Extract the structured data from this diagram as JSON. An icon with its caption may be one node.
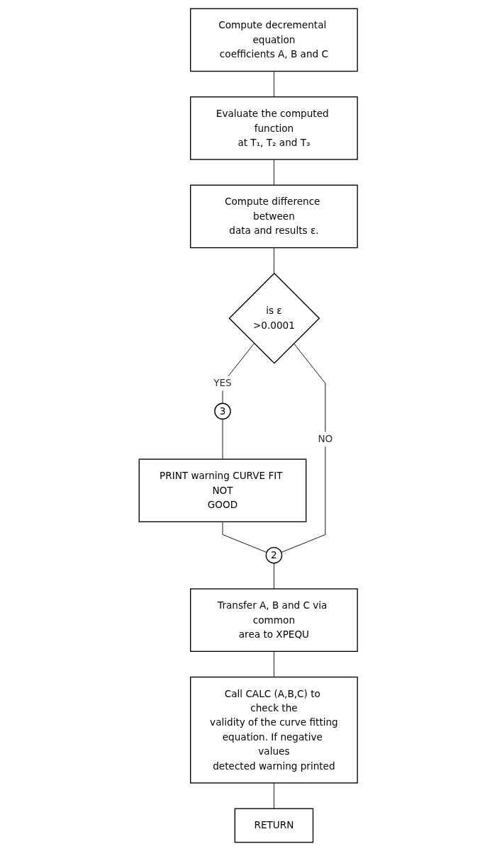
{
  "diagram": {
    "nodes": [
      {
        "text": [
          "Compute decremental equation coefficients A, B and C"
        ]
      },
      {
        "text": [
          "Evaluate the computed function at T₁, T₂ and T₃"
        ]
      },
      {
        "text": [
          "Compute difference between data and results ε."
        ]
      },
      {
        "text": [
          "is ε >0.0001"
        ]
      },
      {
        "text": [
          "3"
        ]
      },
      {
        "text": [
          "PRINT warning CURVE FIT NOT GOOD"
        ]
      },
      {
        "text": [
          "2"
        ]
      },
      {
        "text": [
          "Transfer A, B and C via common area to XPEQU"
        ]
      },
      {
        "text": [
          "Call CALC (A,B,C) to check the validity of the curve fitting equation. If negative values detected warning printed"
        ]
      },
      {
        "text": [
          "RETURN"
        ]
      }
    ],
    "edges": [
      {
        "from": 0,
        "to": 1,
        "arrow": "none"
      },
      {
        "from": 1,
        "to": 2,
        "arrow": "none"
      },
      {
        "from": 2,
        "to": 3,
        "arrow": "none"
      },
      {
        "from": 3,
        "to": 4,
        "arrow": "none",
        "label": "YES"
      },
      {
        "from": 4,
        "to": 5,
        "arrow": "none"
      },
      {
        "from": 5,
        "to": 6,
        "arrow": "none"
      },
      {
        "from": 3,
        "to": 6,
        "arrow": "none",
        "label": "NO"
      },
      {
        "from": 6,
        "to": 7,
        "arrow": "none"
      },
      {
        "from": 7,
        "to": 8,
        "arrow": "none"
      },
      {
        "from": 8,
        "to": 9,
        "arrow": "none"
      }
    ]
  }
}
